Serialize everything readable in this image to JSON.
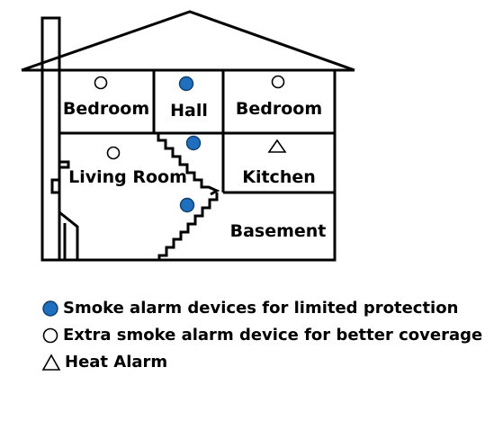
{
  "rooms": {
    "bedroom_left": "Bedroom",
    "hall": "Hall",
    "bedroom_right": "Bedroom",
    "living_room": "Living Room",
    "kitchen": "Kitchen",
    "basement": "Basement"
  },
  "legend": {
    "smoke": "Smoke alarm devices for limited protection",
    "extra": "Extra smoke alarm device for better coverage",
    "heat": "Heat Alarm"
  },
  "colors": {
    "smoke_fill": "#1f6fbf",
    "smoke_stroke": "#0d3f73",
    "line": "#000000"
  },
  "icons": {
    "smoke": "filled-circle-icon",
    "extra": "open-circle-icon",
    "heat": "triangle-icon"
  }
}
